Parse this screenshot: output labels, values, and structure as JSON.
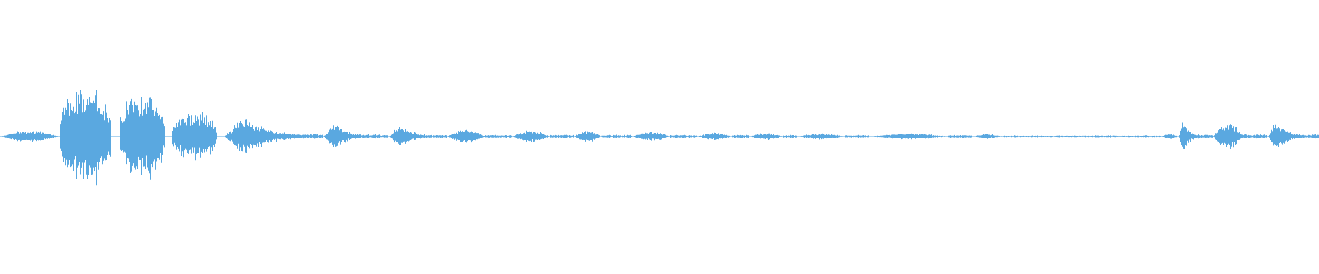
{
  "waveform": {
    "color": "#5aa8e0",
    "segments": [
      {
        "amp": 0.1,
        "shape": "hump"
      },
      {
        "amp": 0.82,
        "shape": "burst"
      },
      {
        "amp": 0.72,
        "shape": "burst"
      },
      {
        "amp": 0.4,
        "shape": "burst"
      },
      {
        "amp": 0.32,
        "shape": "decay"
      },
      {
        "amp": 0.05,
        "shape": "flat"
      },
      {
        "amp": 0.22,
        "shape": "decay"
      },
      {
        "amp": 0.04,
        "shape": "flat"
      },
      {
        "amp": 0.18,
        "shape": "decay"
      },
      {
        "amp": 0.03,
        "shape": "flat"
      },
      {
        "amp": 0.12,
        "shape": "hump"
      },
      {
        "amp": 0.03,
        "shape": "flat"
      },
      {
        "amp": 0.1,
        "shape": "hump"
      },
      {
        "amp": 0.03,
        "shape": "flat"
      },
      {
        "amp": 0.1,
        "shape": "hump"
      },
      {
        "amp": 0.03,
        "shape": "flat"
      },
      {
        "amp": 0.08,
        "shape": "hump"
      },
      {
        "amp": 0.03,
        "shape": "flat"
      },
      {
        "amp": 0.06,
        "shape": "hump"
      },
      {
        "amp": 0.03,
        "shape": "flat"
      },
      {
        "amp": 0.06,
        "shape": "hump"
      },
      {
        "amp": 0.03,
        "shape": "flat"
      },
      {
        "amp": 0.05,
        "shape": "hump"
      },
      {
        "amp": 0.03,
        "shape": "flat"
      },
      {
        "amp": 0.05,
        "shape": "hump"
      },
      {
        "amp": 0.03,
        "shape": "flat"
      },
      {
        "amp": 0.04,
        "shape": "hump"
      },
      {
        "amp": 0.02,
        "shape": "flat"
      },
      {
        "amp": 0.02,
        "shape": "flat"
      },
      {
        "amp": 0.04,
        "shape": "hump"
      },
      {
        "amp": 0.32,
        "shape": "decay"
      },
      {
        "amp": 0.04,
        "shape": "flat"
      },
      {
        "amp": 0.22,
        "shape": "hump"
      },
      {
        "amp": 0.04,
        "shape": "flat"
      },
      {
        "amp": 0.26,
        "shape": "decay"
      },
      {
        "amp": 0.04,
        "shape": "flat"
      },
      {
        "amp": 0.12,
        "shape": "hump"
      }
    ]
  }
}
